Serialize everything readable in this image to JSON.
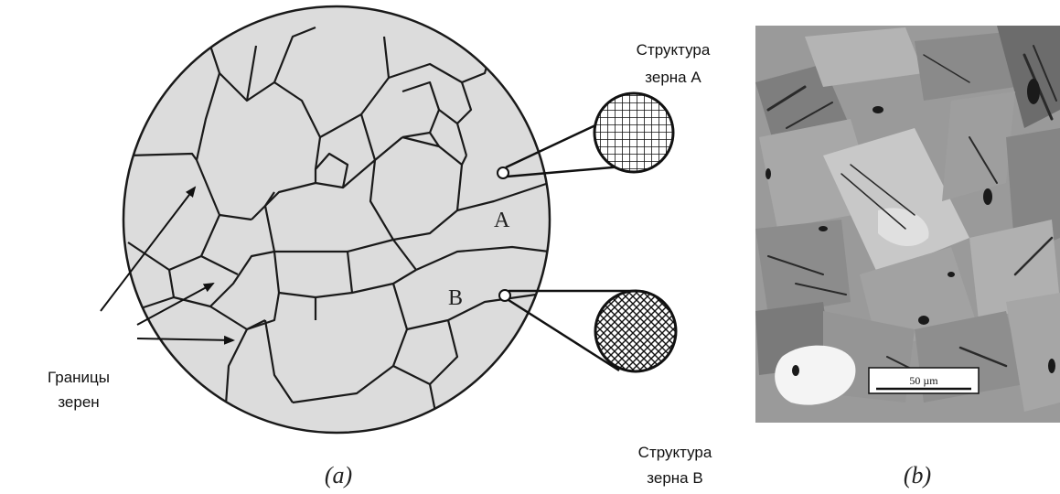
{
  "panel_a": {
    "caption": "(a)",
    "grain_a_label": "A",
    "grain_b_label": "B",
    "boundaries_label_line1": "Границы",
    "boundaries_label_line2": "зерен",
    "structure_a_line1": "Структура",
    "structure_a_line2": "зерна А",
    "structure_b_line1": "Структура",
    "structure_b_line2": "зерна В"
  },
  "panel_b": {
    "caption": "(b)",
    "scale_bar_label": "50 µm"
  },
  "colors": {
    "grain_fill": "#dcdcdc",
    "boundary_stroke": "#1a1a1a",
    "micrograph_base": "#9a9a9a"
  }
}
